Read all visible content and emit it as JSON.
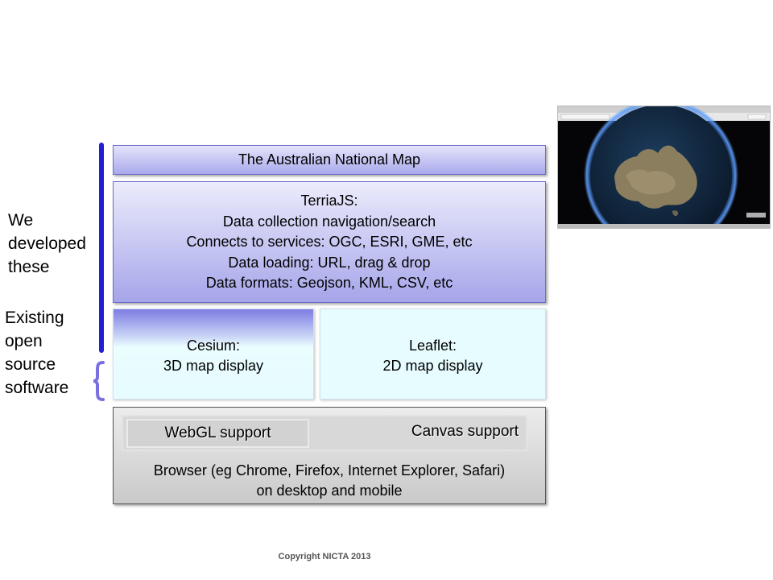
{
  "side_labels": {
    "developed": [
      "We",
      "developed",
      "these"
    ],
    "existing": [
      "Existing",
      "open",
      "source",
      "software"
    ]
  },
  "layers": {
    "title": "The Australian National Map",
    "terria": [
      "TerriaJS:",
      "Data collection navigation/search",
      "Connects to services: OGC, ESRI, GME, etc",
      "Data loading: URL, drag & drop",
      "Data formats: Geojson, KML, CSV, etc"
    ],
    "cesium": [
      "Cesium:",
      "3D map display"
    ],
    "leaflet": [
      "Leaflet:",
      "2D map display"
    ],
    "browser": {
      "webgl": "WebGL support",
      "canvas": "Canvas support",
      "lines": [
        "Browser (eg Chrome, Firefox, Internet Explorer, Safari)",
        "on desktop and mobile"
      ]
    }
  },
  "footer": "Copyright NICTA 2013",
  "colors": {
    "bar": "#1f1fd6",
    "brace": "#7a6fe0"
  }
}
